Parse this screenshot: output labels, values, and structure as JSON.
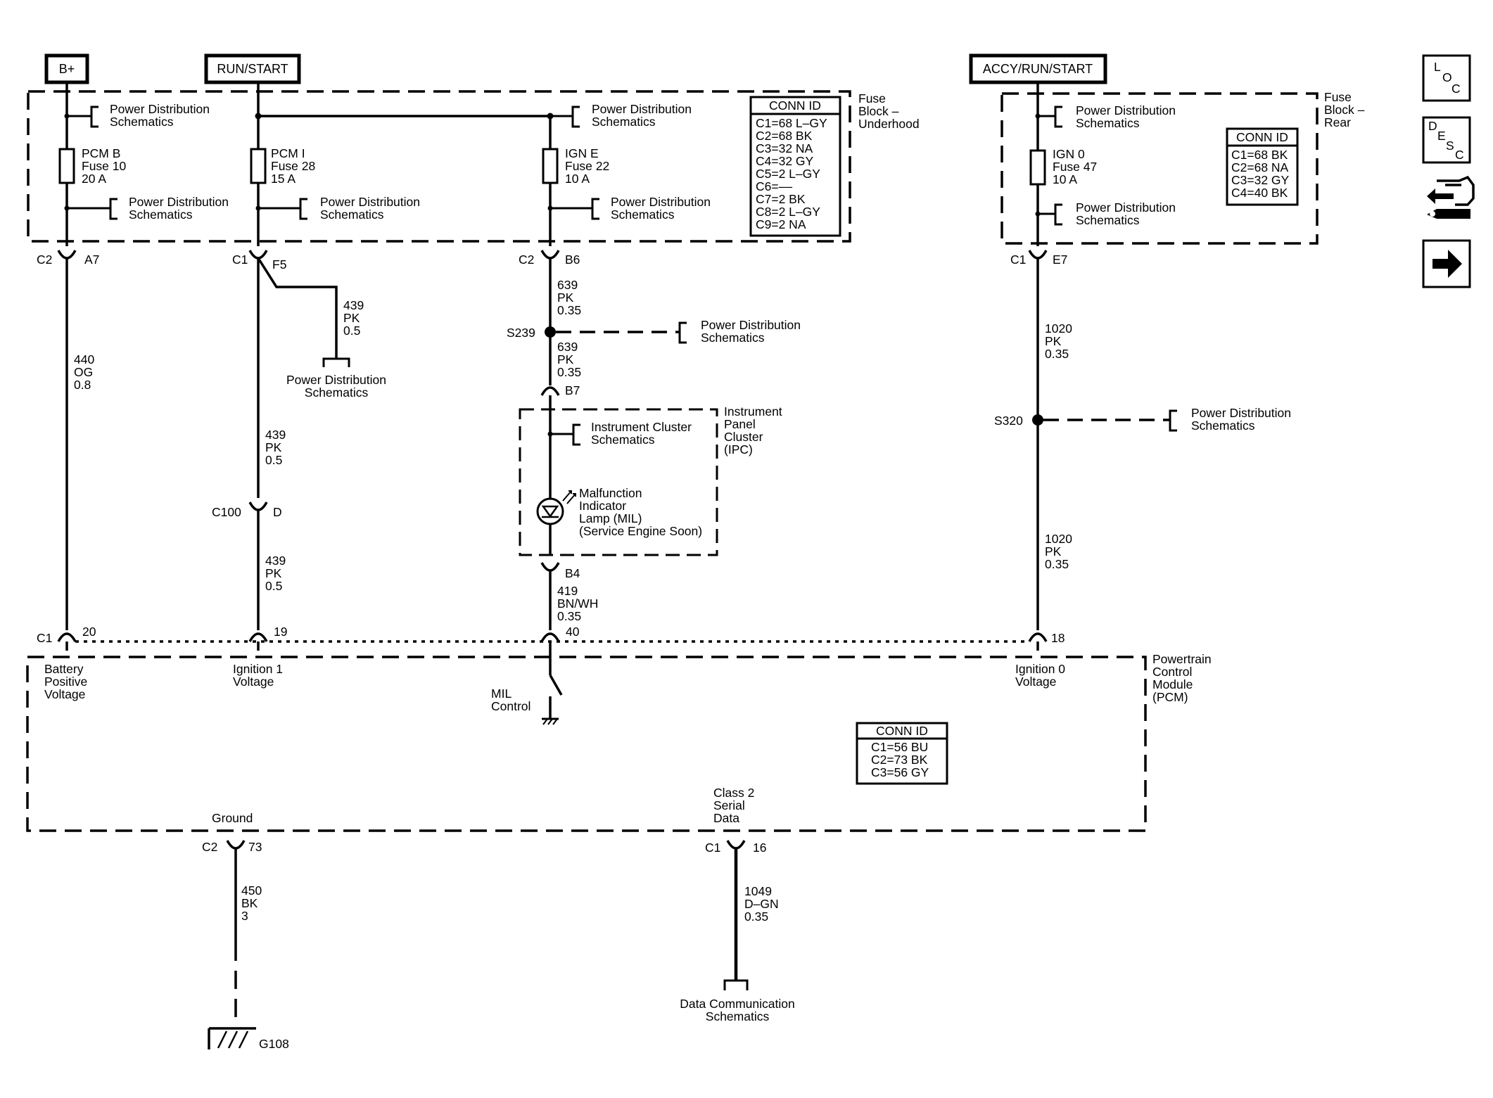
{
  "power_sources": {
    "bplus": "B+",
    "run_start": "RUN/START",
    "accy_run_start": "ACCY/RUN/START"
  },
  "fuse_block_underhood": {
    "title": [
      "Fuse",
      "Block –",
      "Underhood"
    ],
    "conn_id": {
      "title": "CONN ID",
      "rows": [
        "C1=68 L–GY",
        "C2=68 BK",
        "C3=32 NA",
        "C4=32 GY",
        "C5=2 L–GY",
        "C6=––",
        "C7=2 BK",
        "C8=2 L–GY",
        "C9=2 NA"
      ]
    },
    "fuses": [
      {
        "lines": [
          "PCM B",
          "Fuse 10",
          "20 A"
        ]
      },
      {
        "lines": [
          "PCM I",
          "Fuse 28",
          "15 A"
        ]
      },
      {
        "lines": [
          "IGN E",
          "Fuse 22",
          "10 A"
        ]
      }
    ]
  },
  "fuse_block_rear": {
    "title": [
      "Fuse",
      "Block –",
      "Rear"
    ],
    "conn_id": {
      "title": "CONN ID",
      "rows": [
        "C1=68 BK",
        "C2=68 NA",
        "C3=32 GY",
        "C4=40 BK"
      ]
    },
    "fuses": [
      {
        "lines": [
          "IGN 0",
          "Fuse 47",
          "10 A"
        ]
      }
    ]
  },
  "references": {
    "power_distribution": [
      "Power Distribution",
      "Schematics"
    ],
    "instrument_cluster": [
      "Instrument  Cluster",
      "Schematics"
    ],
    "data_communication": [
      "Data Communication",
      "Schematics"
    ]
  },
  "connectors": {
    "c2_a7": {
      "conn": "C2",
      "pin": "A7"
    },
    "c1_f5": {
      "conn": "C1",
      "pin": "F5"
    },
    "c2_b6": {
      "conn": "C2",
      "pin": "B6"
    },
    "c1_e7": {
      "conn": "C1",
      "pin": "E7"
    },
    "b7": "B7",
    "b4": "B4",
    "c100": {
      "conn": "C100",
      "pin": "D"
    },
    "pcm_c1": "C1",
    "pin20": "20",
    "pin19": "19",
    "pin40": "40",
    "pin18": "18",
    "c2_73": {
      "conn": "C2",
      "pin": "73"
    },
    "c1_16": {
      "conn": "C1",
      "pin": "16"
    }
  },
  "wires": {
    "w440": [
      "440",
      "OG",
      "0.8"
    ],
    "w439_branch": [
      "439",
      "PK",
      "0.5"
    ],
    "w439_a": [
      "439",
      "PK",
      "0.5"
    ],
    "w439_b": [
      "439",
      "PK",
      "0.5"
    ],
    "w639_a": [
      "639",
      "PK",
      "0.35"
    ],
    "w639_b": [
      "639",
      "PK",
      "0.35"
    ],
    "w419": [
      "419",
      "BN/WH",
      "0.35"
    ],
    "w1020_a": [
      "1020",
      "PK",
      "0.35"
    ],
    "w1020_b": [
      "1020",
      "PK",
      "0.35"
    ],
    "w450": [
      "450",
      "BK",
      "3"
    ],
    "w1049": [
      "1049",
      "D–GN",
      "0.35"
    ]
  },
  "splices": {
    "s239": "S239",
    "s320": "S320"
  },
  "ipc": {
    "title": [
      "Instrument",
      "Panel",
      "Cluster",
      "(IPC)"
    ],
    "mil": [
      "Malfunction",
      "Indicator",
      "Lamp (MIL)",
      "(Service Engine Soon)"
    ]
  },
  "pcm": {
    "title": [
      "Powertrain",
      "Control",
      "Module",
      "(PCM)"
    ],
    "conn_id": {
      "title": "CONN ID",
      "rows": [
        "C1=56 BU",
        "C2=73 BK",
        "C3=56 GY"
      ]
    },
    "battery_positive": [
      "Battery",
      "Positive",
      "Voltage"
    ],
    "ignition1": [
      "Ignition 1",
      "Voltage"
    ],
    "ignition0": [
      "Ignition 0",
      "Voltage"
    ],
    "mil_control": [
      "MIL",
      "Control"
    ],
    "ground": "Ground",
    "class2": [
      "Class 2",
      "Serial",
      "Data"
    ]
  },
  "ground_id": "G108",
  "nav": {
    "loc": [
      "L",
      "O",
      "C"
    ],
    "desc": [
      "D",
      "E",
      "S",
      "C"
    ]
  }
}
